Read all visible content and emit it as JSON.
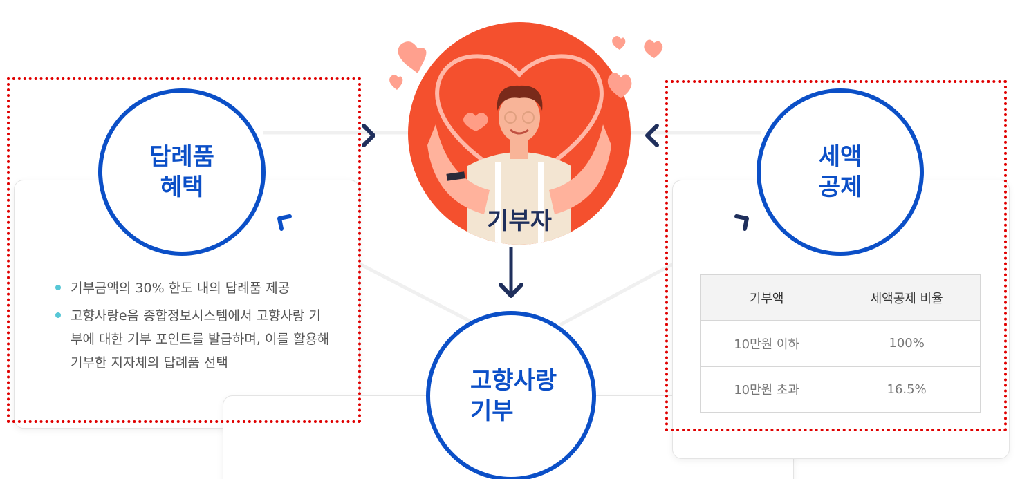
{
  "donor": {
    "label": "기부자"
  },
  "benefit": {
    "title": "답례품\n혜택",
    "items": [
      "기부금액의 30% 한도 내의 답례품 제공",
      "고향사랑e음 종합정보시스템에서 고향사랑 기부에 대한 기부 포인트를 발급하며, 이를 활용해 기부한 지자체의 답례품 선택"
    ]
  },
  "tax": {
    "title": "세액\n공제",
    "headers": [
      "기부액",
      "세액공제 비율"
    ],
    "rows": [
      [
        "10만원 이하",
        "100%"
      ],
      [
        "10만원 초과",
        "16.5%"
      ]
    ]
  },
  "donation": {
    "title": "고향사랑\n기부"
  },
  "colors": {
    "primary_blue": "#0b4fc7",
    "navy": "#1f2f5c",
    "orange_circle": "#f4502e",
    "highlight_red": "#e00000"
  }
}
